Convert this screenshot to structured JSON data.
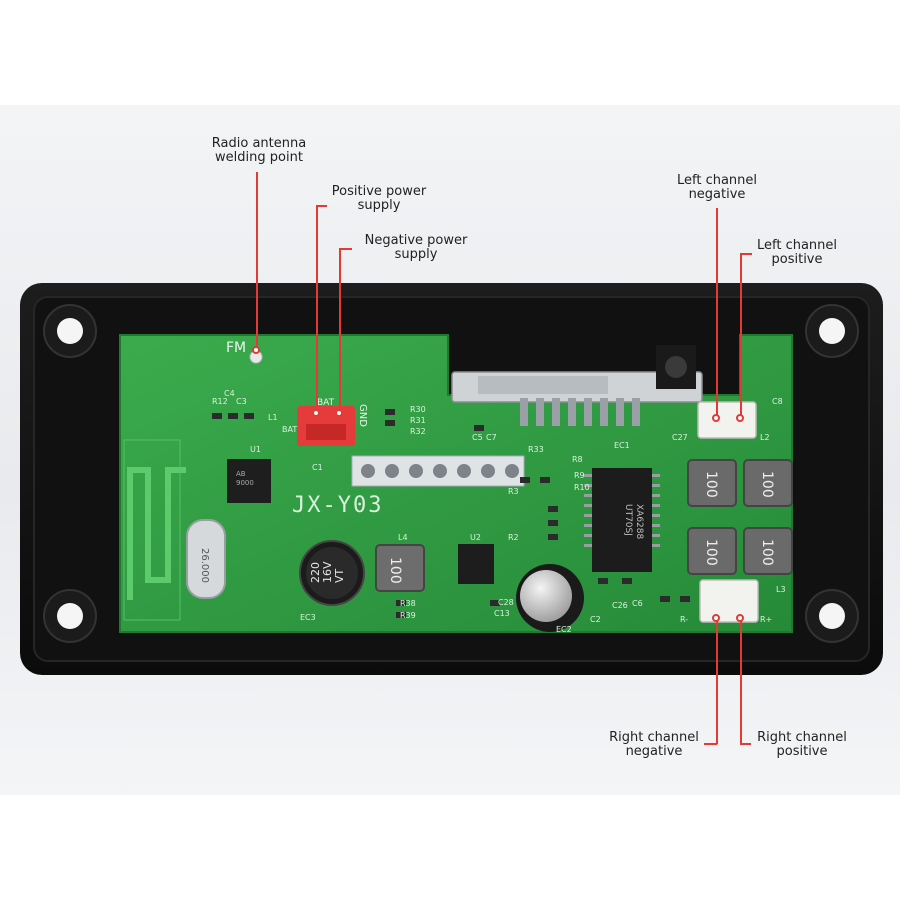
{
  "callouts": {
    "antenna": "Radio antenna\nwelding point",
    "pos_supply": "Positive power\nsupply",
    "neg_supply": "Negative power\nsupply",
    "left_neg": "Left channel\nnegative",
    "left_pos": "Left channel\npositive",
    "right_neg": "Right channel\nnegative",
    "right_pos": "Right channel\npositive"
  },
  "board": {
    "model": "JX-Y03",
    "fm_label": "FM",
    "bat_label": "BAT",
    "gnd_label": "GND",
    "cap_ec3": "220\n16V\nVT",
    "inductor_l4": "100",
    "crystal": "26.000",
    "chip_u3": "XA6288\nUT70SJ",
    "chip_u1": "AB\n9000",
    "inductors": [
      "100",
      "100",
      "100",
      "100"
    ],
    "silk": [
      "R12",
      "C3",
      "C4",
      "L1",
      "U1",
      "C1",
      "R30",
      "R31",
      "R32",
      "C5",
      "C7",
      "R33",
      "EC1",
      "R8",
      "R9",
      "R10",
      "C27",
      "C28",
      "C26",
      "C6",
      "C8",
      "R3",
      "R2",
      "U2",
      "R38",
      "R39",
      "EC3",
      "L4",
      "C13",
      "C2",
      "EC2",
      "L2",
      "L3",
      "R-",
      "R+",
      "BAT"
    ]
  },
  "colors": {
    "accent": "#e53935",
    "pcb": "#2f9a42",
    "housing": "#141414"
  }
}
